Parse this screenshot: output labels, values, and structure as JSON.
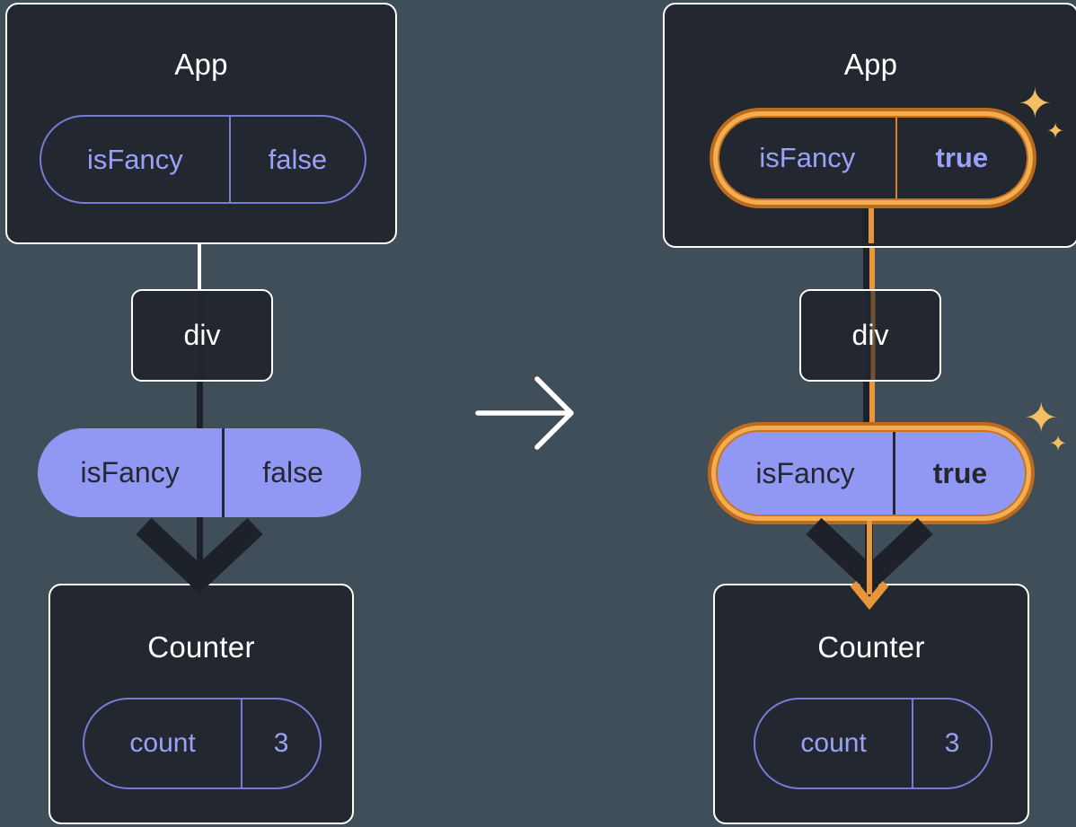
{
  "colors": {
    "canvas_background": "#404E59",
    "node_fill": "#23272F",
    "node_border": "#FFFFFF",
    "accent_purple_text": "#99A1F8",
    "accent_purple_border": "#767CD6",
    "prop_pill_fill": "#9098F3",
    "highlight_orange_dark": "#BE6A1C",
    "highlight_orange_bright": "#F2AE52",
    "sparkle_color": "#F6BE63",
    "arrow_dark": "#1D222A",
    "transition_arrow": "#FFFFFF"
  },
  "before": {
    "app": {
      "title": "App",
      "state_name": "isFancy",
      "state_value": "false"
    },
    "middle": {
      "title": "div"
    },
    "prop": {
      "name": "isFancy",
      "value": "false"
    },
    "counter": {
      "title": "Counter",
      "state_name": "count",
      "state_value": "3"
    }
  },
  "after": {
    "app": {
      "title": "App",
      "state_name": "isFancy",
      "state_value": "true"
    },
    "middle": {
      "title": "div"
    },
    "prop": {
      "name": "isFancy",
      "value": "true"
    },
    "counter": {
      "title": "Counter",
      "state_name": "count",
      "state_value": "3"
    }
  },
  "icons": {
    "sparkle_large": "✦",
    "sparkle_small": "✦"
  }
}
